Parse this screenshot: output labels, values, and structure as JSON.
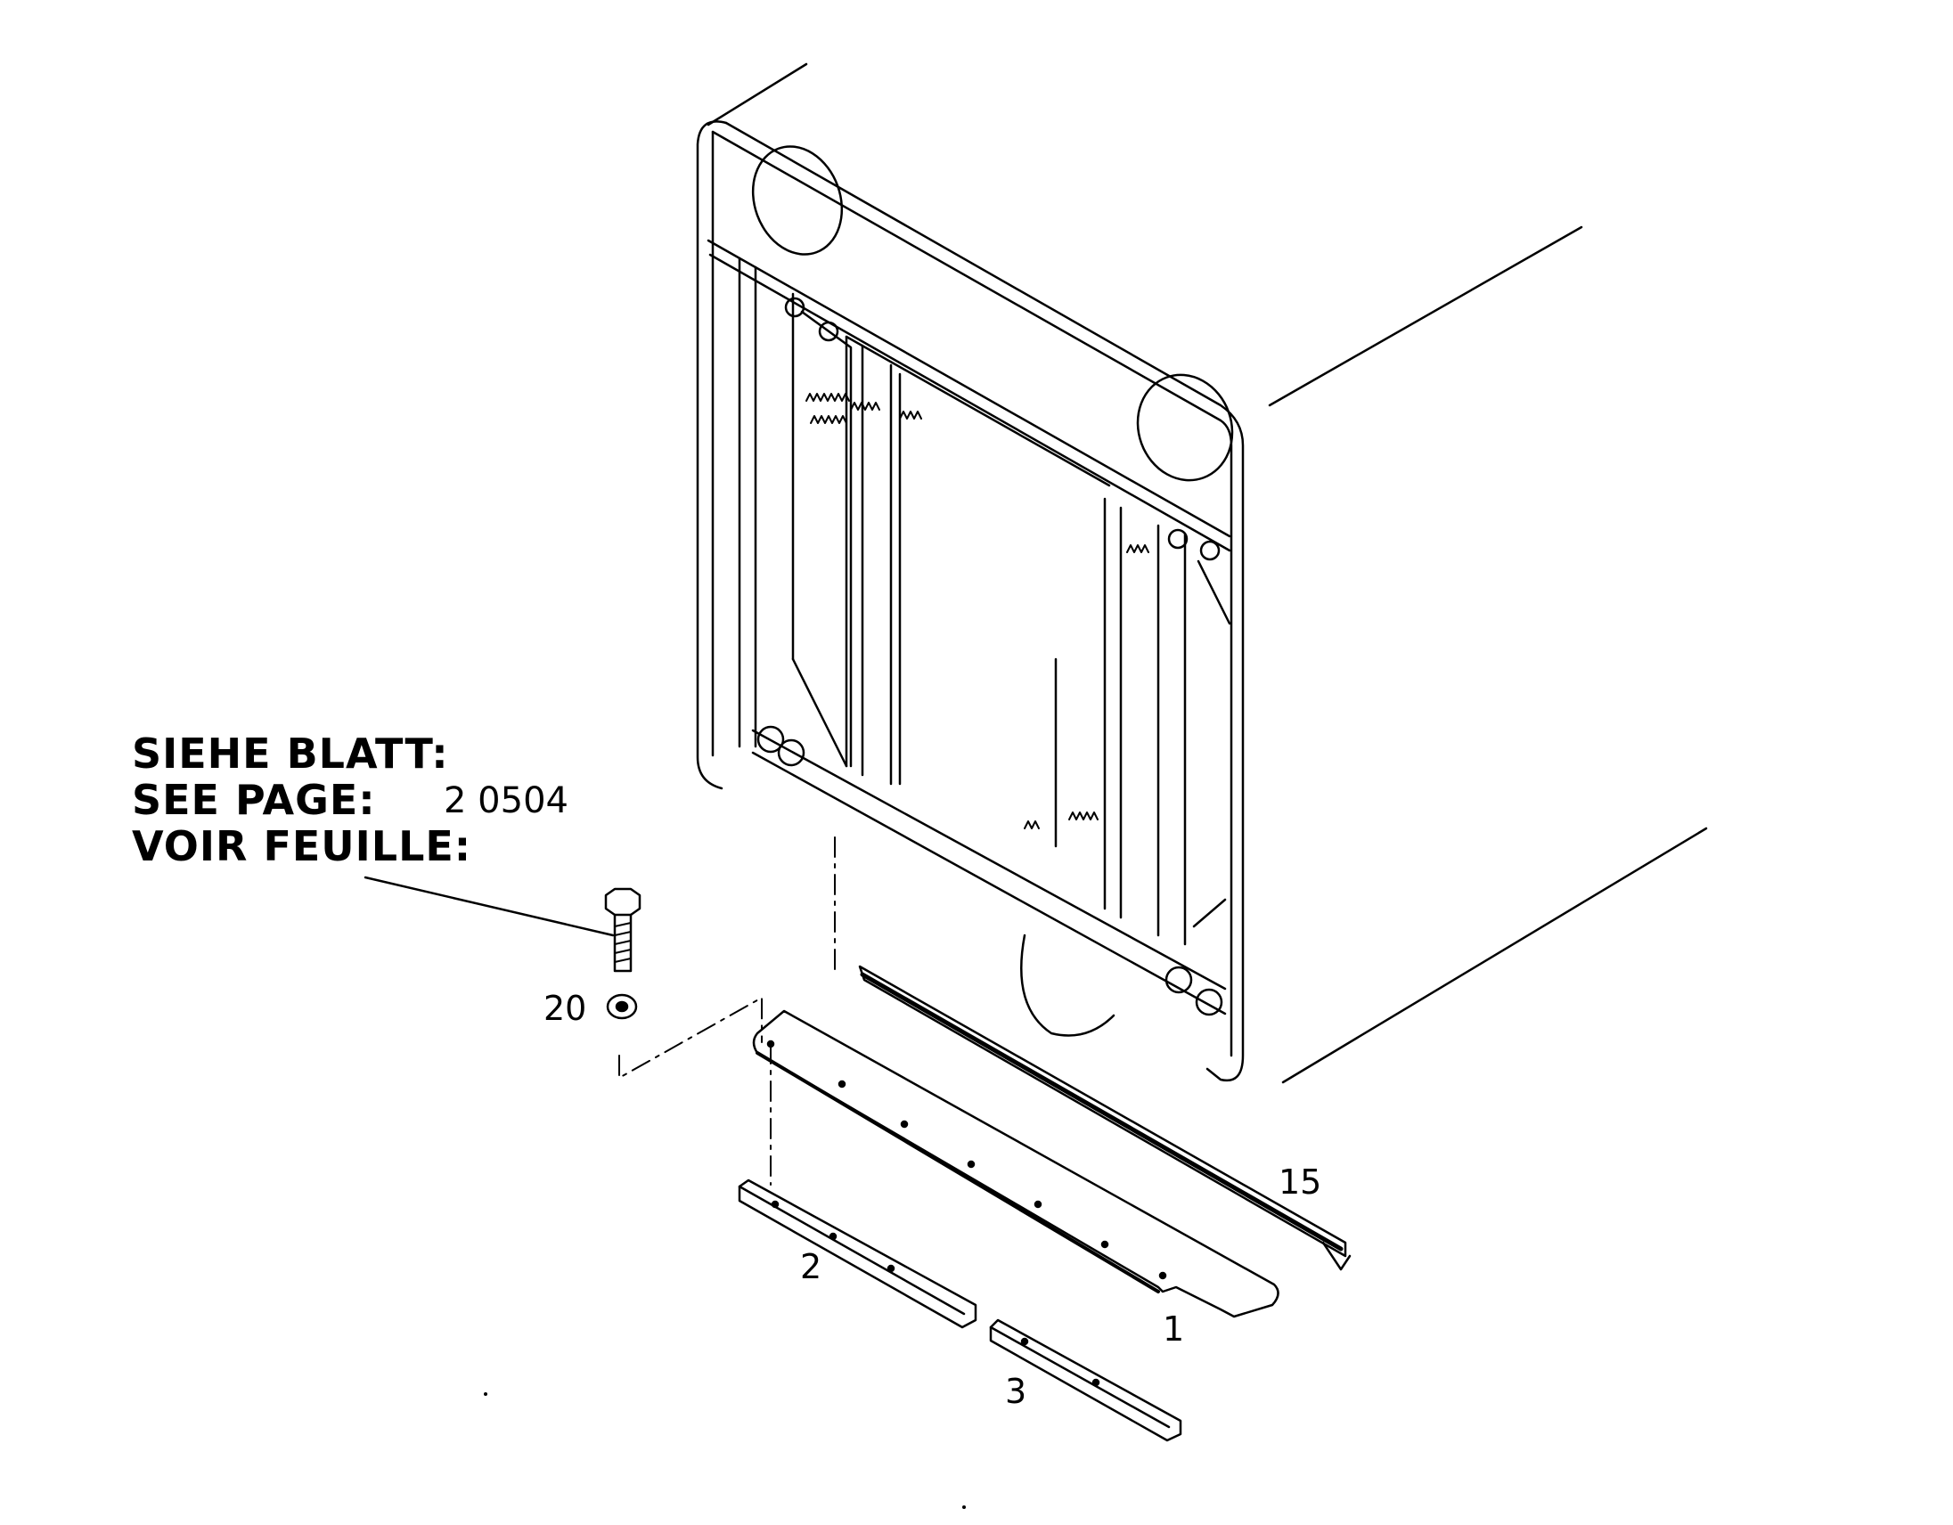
{
  "reference": {
    "line1": "SIEHE BLATT:",
    "line2": "SEE PAGE:",
    "line3": "VOIR FEUILLE:",
    "page_number": "2 0504"
  },
  "callouts": {
    "p1": "1",
    "p2": "2",
    "p3": "3",
    "p15": "15",
    "p20": "20"
  },
  "colors": {
    "line": "#000000",
    "background": "#ffffff"
  }
}
